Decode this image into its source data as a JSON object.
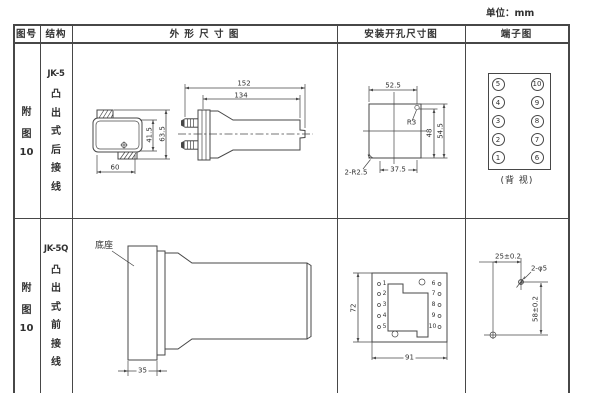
{
  "unit_label": "单位：mm",
  "header": {
    "fig_no": "图号",
    "structure": "结构",
    "outline": "外 形 尺 寸 图",
    "mounting": "安装开孔尺寸图",
    "terminal": "端子图"
  },
  "row1": {
    "fig": [
      "附",
      "图",
      "10"
    ],
    "structure": {
      "model": "JK-5",
      "desc": [
        "凸",
        "出",
        "式",
        "后",
        "接",
        "线"
      ]
    },
    "outline_dims": {
      "overall_len": "152",
      "body_len": "134",
      "inner_h": "41.5",
      "outer_h": "63.5",
      "width": "60"
    },
    "mounting_dims": {
      "top_w": "52.5",
      "corner_r": "R3",
      "inner_h": "48",
      "outer_h": "54.5",
      "bottom_w": "37.5",
      "corner_note": "2-R2.5"
    },
    "terminals": {
      "left": [
        "5",
        "4",
        "3",
        "2",
        "1"
      ],
      "right": [
        "10",
        "9",
        "8",
        "7",
        "6"
      ],
      "caption": "(背 视)"
    }
  },
  "row2": {
    "fig": [
      "附",
      "图",
      "10"
    ],
    "structure": {
      "model": "JK-5Q",
      "desc": [
        "凸",
        "出",
        "式",
        "前",
        "接",
        "线"
      ]
    },
    "outline": {
      "base_label": "底座",
      "base_w": "35"
    },
    "mounting": {
      "height": "72",
      "width": "91",
      "left_terminals": [
        "1",
        "2",
        "3",
        "4",
        "5"
      ],
      "right_terminals": [
        "6",
        "7",
        "8",
        "9",
        "10"
      ]
    },
    "drill": {
      "h_dist": "25±0.2",
      "hole_note": "2-φ5",
      "v_dist": "58±0.2"
    }
  }
}
